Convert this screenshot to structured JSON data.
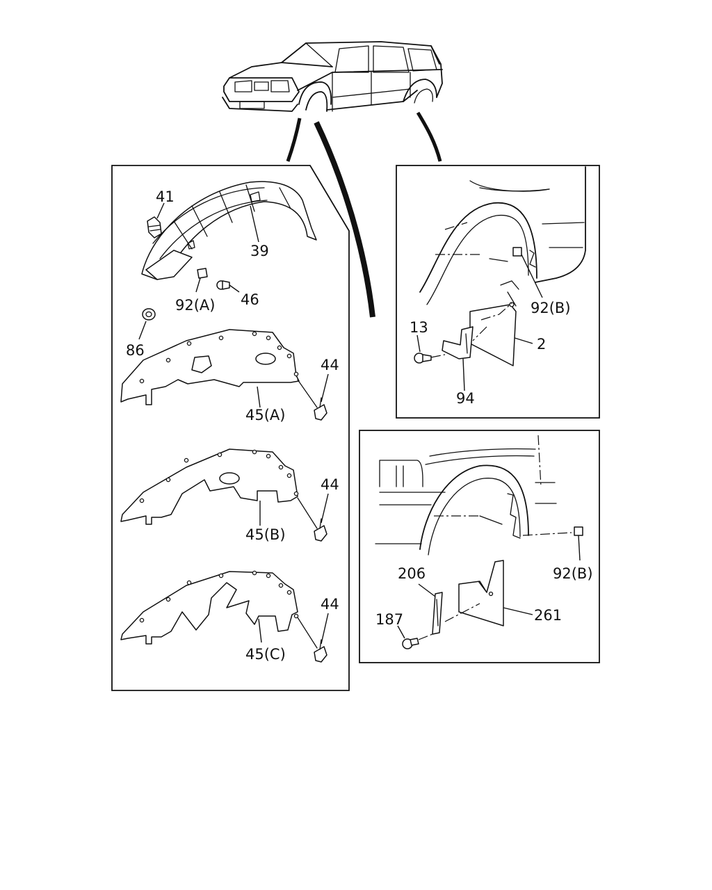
{
  "part_labels": {
    "p41": "41",
    "p39": "39",
    "p92a": "92(A)",
    "p46": "46",
    "p86": "86",
    "p44a": "44",
    "p45a": "45(A)",
    "p44b": "44",
    "p45b": "45(B)",
    "p44c": "44",
    "p45c": "45(C)",
    "p92b_upper": "92(B)",
    "p13": "13",
    "p2": "2",
    "p94": "94",
    "p206": "206",
    "p187": "187",
    "p261": "261",
    "p92b_lower": "92(B)"
  }
}
